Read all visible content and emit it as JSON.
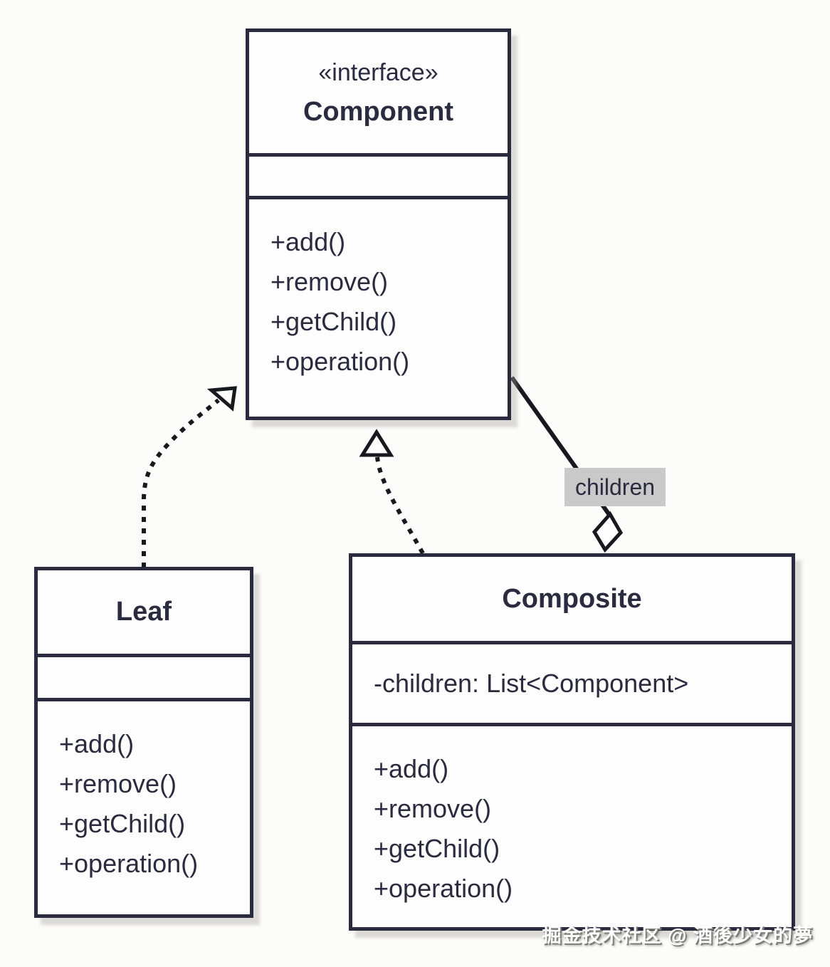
{
  "diagram": {
    "title": "Composite design pattern UML class diagram",
    "classes": [
      {
        "id": "component",
        "stereotype": "«interface»",
        "name": "Component",
        "attributes": [],
        "methods": [
          "+add()",
          "+remove()",
          "+getChild()",
          "+operation()"
        ]
      },
      {
        "id": "leaf",
        "stereotype": "",
        "name": "Leaf",
        "attributes": [],
        "methods": [
          "+add()",
          "+remove()",
          "+getChild()",
          "+operation()"
        ]
      },
      {
        "id": "composite",
        "stereotype": "",
        "name": "Composite",
        "attributes": [
          "-children: List<Component>"
        ],
        "methods": [
          "+add()",
          "+remove()",
          "+getChild()",
          "+operation()"
        ]
      }
    ],
    "edges": [
      {
        "type": "realization",
        "from": "Leaf",
        "to": "Component",
        "style": "dashed",
        "marker": "hollow-triangle",
        "label": ""
      },
      {
        "type": "realization",
        "from": "Composite",
        "to": "Component",
        "style": "dashed",
        "marker": "hollow-triangle",
        "label": ""
      },
      {
        "type": "aggregation",
        "from": "Component",
        "to": "Composite",
        "style": "solid",
        "marker": "hollow-diamond",
        "label": "children"
      }
    ],
    "watermark": "掘金技术社区 @ 酒後少女的夢",
    "colors": {
      "border": "#2b2b40",
      "text": "#2b2b40",
      "arrow": "#18181f",
      "box_fill": "#fdfdfd",
      "label_bg": "#c9c9c9",
      "background": "#fcfcfb",
      "watermark_text": "#ffffff"
    }
  }
}
